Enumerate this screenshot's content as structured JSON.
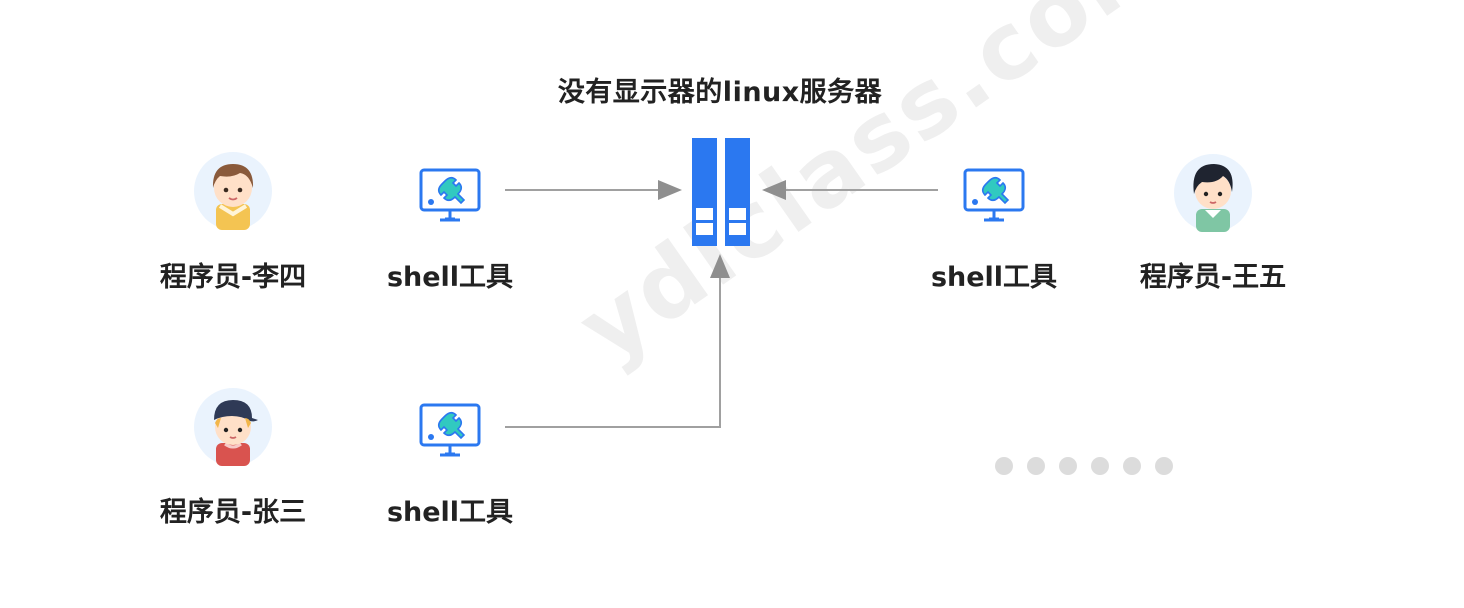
{
  "title": "没有显示器的linux服务器",
  "watermark": "ydlclass.com",
  "people": {
    "lisi": "程序员-李四",
    "wangwu": "程序员-王五",
    "zhangsan": "程序员-张三"
  },
  "tools": {
    "tool1": "shell工具",
    "tool2": "shell工具",
    "tool3": "shell工具"
  },
  "icons": {
    "avatar_lisi": "avatar-icon",
    "avatar_wangwu": "avatar-icon",
    "avatar_zhangsan": "avatar-icon",
    "monitor": "monitor-wrench-icon",
    "server": "server-icon"
  },
  "colors": {
    "accent": "#2b78f0",
    "tool_screen": "#31c9c0",
    "arrow": "#9a9a9a",
    "dot": "#dcdcdc"
  }
}
